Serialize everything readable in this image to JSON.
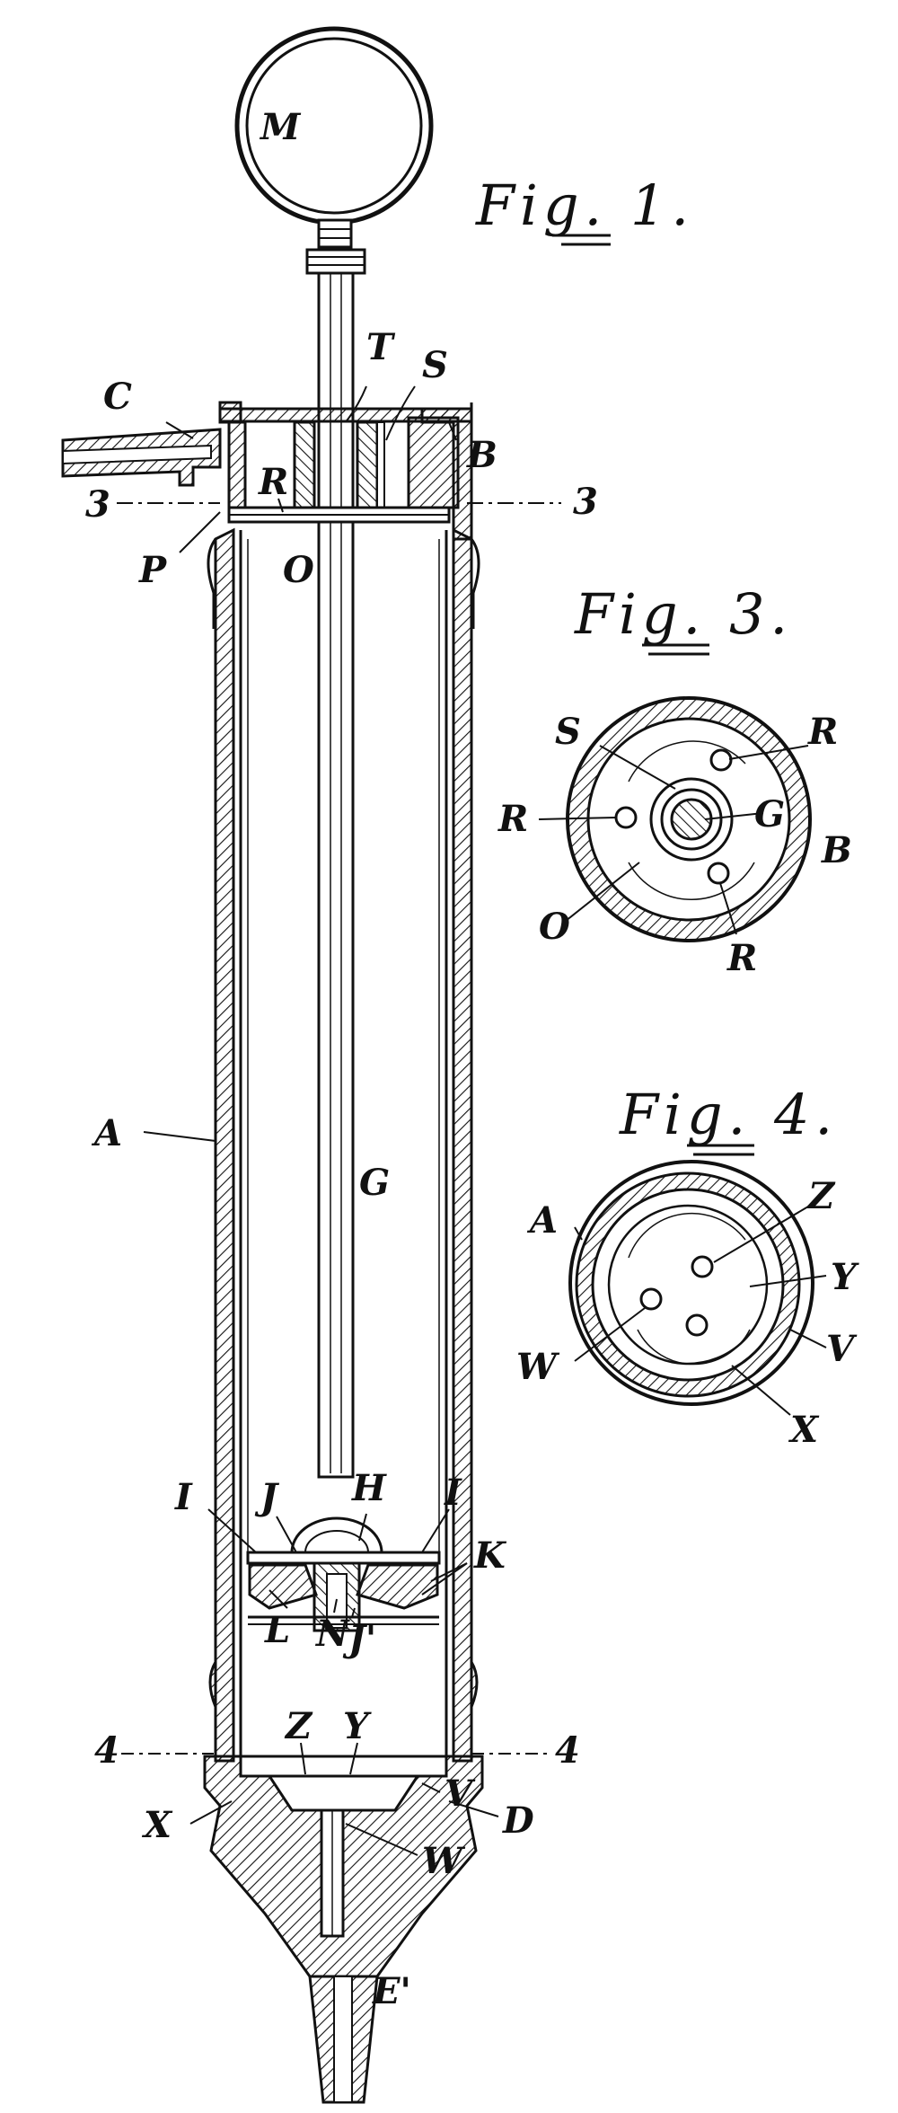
{
  "figures": {
    "fig1": "Fig. 1.",
    "fig3": "Fig. 3.",
    "fig4": "Fig. 4."
  },
  "labels": {
    "M": "M",
    "T": "T",
    "S": "S",
    "C": "C",
    "B": "B",
    "R": "R",
    "three_left": "3",
    "three_right": "3",
    "P": "P",
    "O": "O",
    "A": "A",
    "G": "G",
    "I_left": "I",
    "J": "J",
    "H": "H",
    "I_right": "I",
    "K": "K",
    "L": "L",
    "N": "N",
    "J_prime": "J'",
    "four_left": "4",
    "four_right": "4",
    "Z": "Z",
    "Y": "Y",
    "X": "X",
    "V": "V",
    "D": "D",
    "W": "W",
    "E": "E'"
  },
  "fig3_labels": {
    "S": "S",
    "R_top": "R",
    "R_left": "R",
    "G": "G",
    "B": "B",
    "O": "O",
    "R_bottom": "R"
  },
  "fig4_labels": {
    "A": "A",
    "Z": "Z",
    "Y": "Y",
    "W": "W",
    "V": "V",
    "X": "X"
  }
}
